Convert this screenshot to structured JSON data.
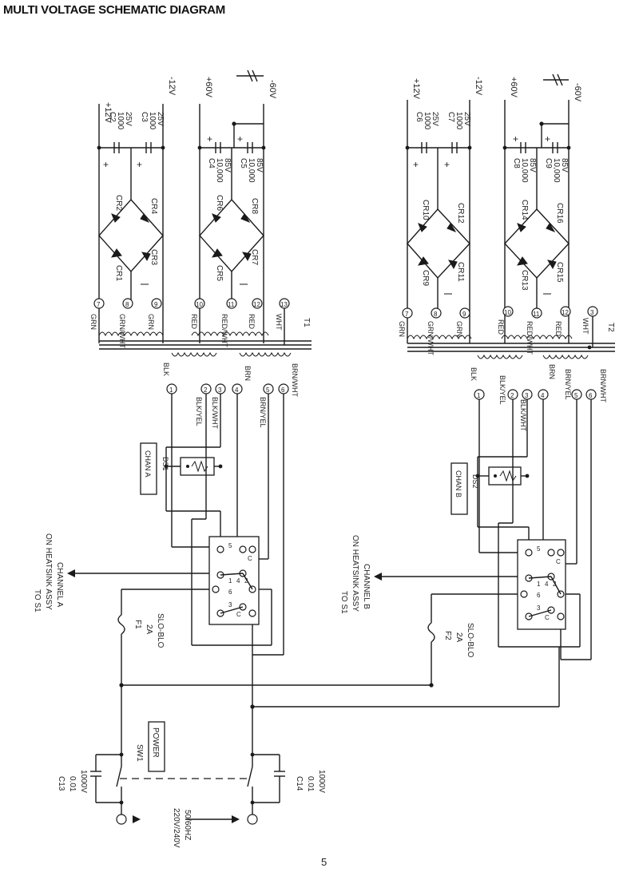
{
  "page": {
    "title": "MULTI VOLTAGE SCHEMATIC DIAGRAM",
    "page_number": "5"
  },
  "transformers": [
    {
      "label": "T1",
      "primary_wires": [
        {
          "pin": "1",
          "color": "BLK"
        },
        {
          "pin": "2",
          "color": "BLK/YEL"
        },
        {
          "pin": "3",
          "color": "BLK/WHT"
        },
        {
          "pin": "4",
          "color": "BRN"
        },
        {
          "pin": "5",
          "color": "BRN/YEL"
        },
        {
          "pin": "6",
          "color": "BRN/WHT"
        }
      ],
      "secondary_wires": [
        {
          "pin": "7",
          "color": "GRN"
        },
        {
          "pin": "8",
          "color": "GRN/WHT"
        },
        {
          "pin": "9",
          "color": "GRN"
        },
        {
          "pin": "10",
          "color": "RED"
        },
        {
          "pin": "11",
          "color": "RED/WHT"
        },
        {
          "pin": "12",
          "color": "RED"
        },
        {
          "pin": "13",
          "color": "WHT"
        }
      ]
    },
    {
      "label": "T2",
      "primary_wires": [
        {
          "pin": "1",
          "color": "BLK"
        },
        {
          "pin": "2",
          "color": "BLK/YEL"
        },
        {
          "pin": "3",
          "color": "BLK/WHT"
        },
        {
          "pin": "4",
          "color": "BRN"
        },
        {
          "pin": "5",
          "color": "BRN/YEL"
        },
        {
          "pin": "6",
          "color": "BRN/WHT"
        }
      ],
      "secondary_wires": [
        {
          "pin": "7",
          "color": "GRN"
        },
        {
          "pin": "8",
          "color": "GRN/WHT"
        },
        {
          "pin": "9",
          "color": "GRN"
        },
        {
          "pin": "10",
          "color": "RED"
        },
        {
          "pin": "11",
          "color": "RED/WHT"
        },
        {
          "pin": "12",
          "color": "RED"
        },
        {
          "pin": "3",
          "color": "WHT"
        }
      ]
    }
  ],
  "channel_a": {
    "rails": {
      "pos_low": "+12V",
      "neg_low": "-12V",
      "pos_high": "+60V",
      "neg_high": "-60V"
    },
    "capacitors": [
      {
        "ref": "C2",
        "value": "1000",
        "rating": "25V"
      },
      {
        "ref": "C3",
        "value": "1000",
        "rating": "25V"
      },
      {
        "ref": "C4",
        "value": "10,000",
        "rating": "85V"
      },
      {
        "ref": "C5",
        "value": "10,000",
        "rating": "85V"
      }
    ],
    "diodes_low": [
      "CR1",
      "CR2",
      "CR3",
      "CR4"
    ],
    "diodes_high": [
      "CR5",
      "CR6",
      "CR7",
      "CR8"
    ],
    "indicator": {
      "label": "CHAN A",
      "ref": "DS1"
    },
    "to_heatsink": [
      "TO S1",
      "ON HEATSINK ASSY",
      "CHANNEL A"
    ],
    "fuse": {
      "ref": "F1",
      "rating": "2A",
      "type": "SLO-BLO"
    }
  },
  "channel_b": {
    "rails": {
      "pos_low": "+12V",
      "neg_low": "-12V",
      "pos_high": "+60V",
      "neg_high": "-60V"
    },
    "capacitors": [
      {
        "ref": "C6",
        "value": "1000",
        "rating": "25V"
      },
      {
        "ref": "C7",
        "value": "1000",
        "rating": "25V"
      },
      {
        "ref": "C8",
        "value": "10,000",
        "rating": "85V"
      },
      {
        "ref": "C9",
        "value": "10,000",
        "rating": "85V"
      }
    ],
    "diodes_low": [
      "CR9",
      "CR10",
      "CR11",
      "CR12"
    ],
    "diodes_high": [
      "CR13",
      "CR14",
      "CR15",
      "CR16"
    ],
    "indicator": {
      "label": "CHAN B",
      "ref": "DS2"
    },
    "to_heatsink": [
      "TO S1",
      "ON HEATSINK ASSY",
      "CHANNEL B"
    ],
    "fuse": {
      "ref": "F2",
      "rating": "2A",
      "type": "SLO-BLO"
    }
  },
  "voltage_select_pins": [
    "1",
    "2",
    "3",
    "4",
    "5",
    "6",
    "C",
    "C"
  ],
  "power": {
    "switch_ref": "SW1",
    "switch_label": "POWER",
    "mains": "220V/240V",
    "freq": "50/60HZ",
    "caps": [
      {
        "ref": "C13",
        "value": "0.01",
        "rating": "1000V"
      },
      {
        "ref": "C14",
        "value": "0.01",
        "rating": "1000V"
      }
    ]
  }
}
